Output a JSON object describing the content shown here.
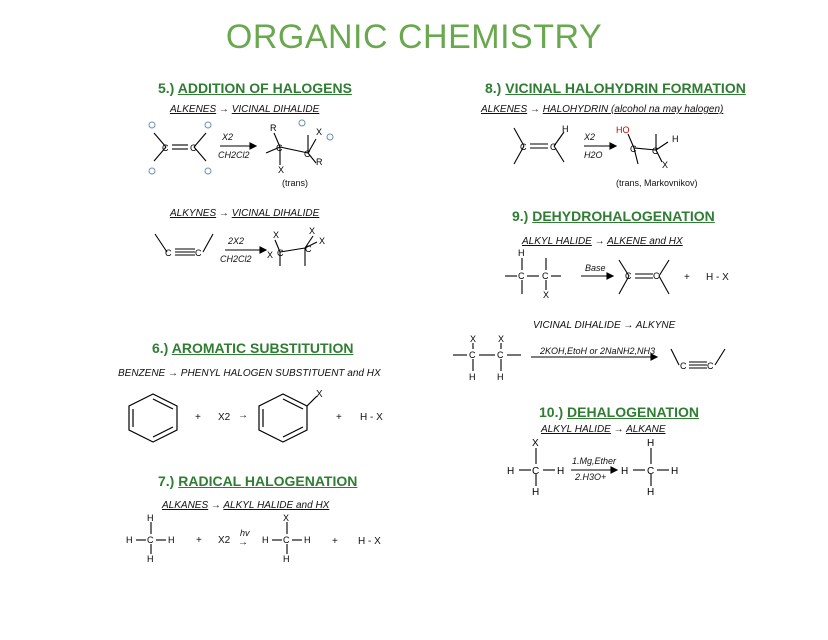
{
  "title": "ORGANIC CHEMISTRY",
  "colors": {
    "title": "#6aa84f",
    "section": "#2e7d32",
    "red": "#cc0000"
  },
  "s5": {
    "num": "5.)",
    "name": "ADDITION OF HALOGENS",
    "r1": {
      "a": "ALKENES",
      "arrow": "→",
      "b": "VICINAL DIHALIDE"
    },
    "cond1": "X2",
    "cond1b": "CH2Cl2",
    "note1": "(trans)",
    "r2": {
      "a": "ALKYNES",
      "arrow": "→",
      "b": "VICINAL DIHALIDE"
    },
    "cond2": "2X2",
    "cond2b": "CH2Cl2"
  },
  "s6": {
    "num": "6.)",
    "name": "AROMATIC SUBSTITUTION",
    "rx": "BENZENE → PHENYL HALOGEN SUBSTITUENT and HX",
    "plus1": "+",
    "x2": "X2",
    "arrow": "→",
    "plus2": "+",
    "hx": "H - X",
    "x": "X"
  },
  "s7": {
    "num": "7.)",
    "name": "RADICAL HALOGENATION",
    "r": {
      "a": "ALKANES",
      "arrow": "→",
      "b": "ALKYL HALIDE and HX"
    },
    "plus1": "+",
    "x2": "X2",
    "hv": "hv",
    "arrow": "→",
    "plus2": "+",
    "hx": "H - X"
  },
  "s8": {
    "num": "8.)",
    "name": "VICINAL HALOHYDRIN FORMATION",
    "r": {
      "a": "ALKENES",
      "arrow": "→",
      "b": "HALOHYDRIN (alcohol na may halogen)"
    },
    "cond": "X2",
    "condb": "H2O",
    "note": "(trans, Markovnikov)"
  },
  "s9": {
    "num": "9.)",
    "name": "DEHYDROHALOGENATION",
    "r1": {
      "a": "ALKYL HALIDE",
      "arrow": "→",
      "b": "ALKENE and HX"
    },
    "cond1": "Base",
    "plus": "+",
    "hx": "H - X",
    "r2": "VICINAL DIHALIDE → ALKYNE",
    "cond2": "2KOH,EtoH or 2NaNH2,NH3"
  },
  "s10": {
    "num": "10.)",
    "name": "DEHALOGENATION",
    "r": {
      "a": "ALKYL HALIDE",
      "arrow": "→",
      "b": "ALKANE"
    },
    "cond1": "1.Mg,Ether",
    "cond2": "2.H3O+"
  }
}
